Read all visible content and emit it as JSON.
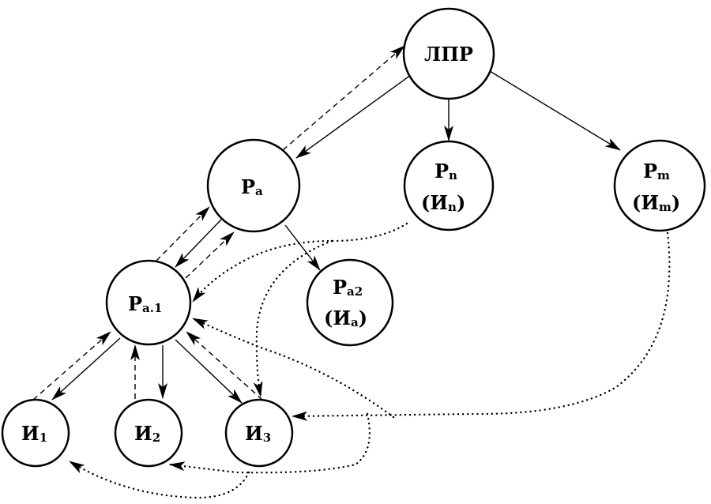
{
  "nodes": {
    "lpr": {
      "main": "ЛПР"
    },
    "pa": {
      "main": "P",
      "sub": "a"
    },
    "pn": {
      "main": "P",
      "sub": "n",
      "line2_main": "(И",
      "line2_sub": "n",
      "line2_end": ")"
    },
    "pm": {
      "main": "P",
      "sub": "m",
      "line2_main": "(И",
      "line2_sub": "m",
      "line2_end": ")"
    },
    "pa1": {
      "main": "P",
      "sub": "a.1"
    },
    "pa2": {
      "main": "P",
      "sub": "a2",
      "line2_main": "(И",
      "line2_sub": "a",
      "line2_end": ")"
    },
    "i1": {
      "main": "И",
      "sub": "1"
    },
    "i2": {
      "main": "И",
      "sub": "2"
    },
    "i3": {
      "main": "И",
      "sub": "3"
    }
  }
}
